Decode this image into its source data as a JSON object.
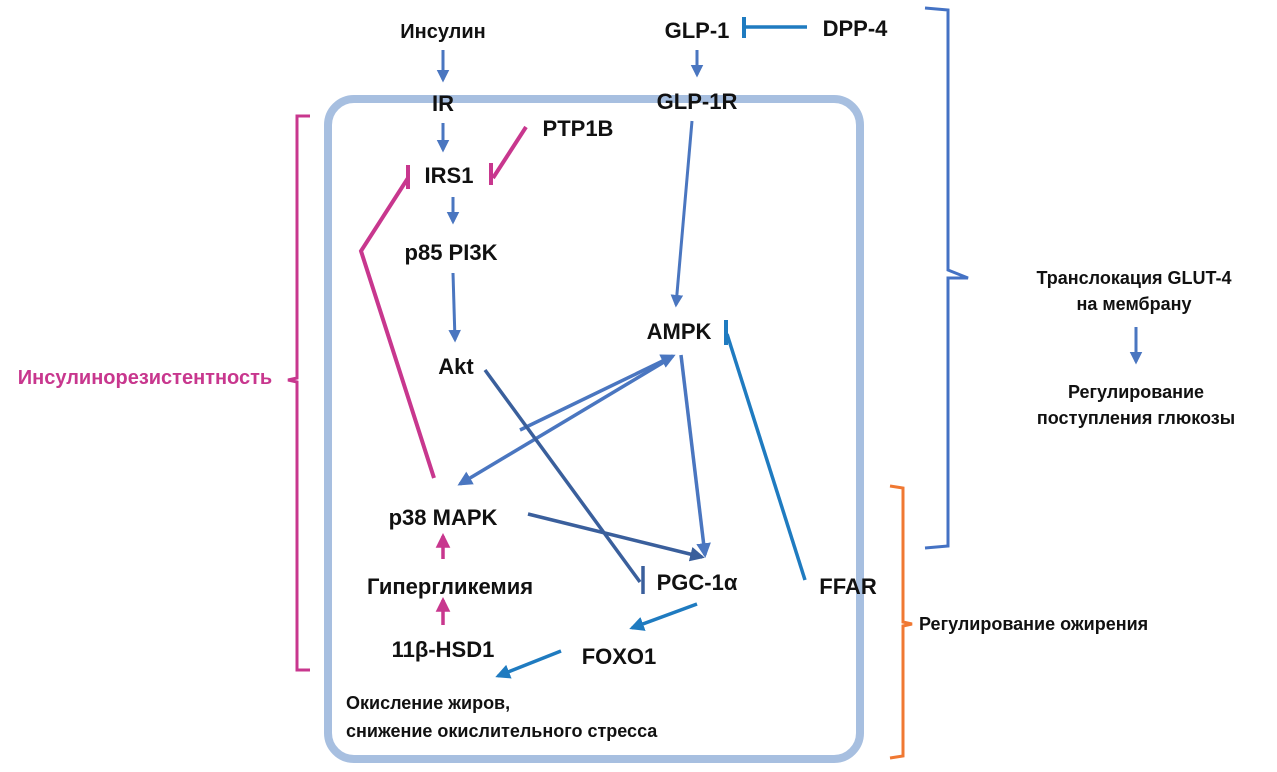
{
  "colors": {
    "cell_border": "#a7bfe0",
    "arrow_blue": "#4a76c0",
    "arrow_dark_blue": "#3a5f9c",
    "arrow_cyan_blue": "#1f7bc0",
    "inhibit_pink": "#c8378e",
    "bracket_blue": "#4472c4",
    "bracket_orange": "#f07832",
    "bracket_pink": "#c8378e",
    "text": "#111111"
  },
  "nodes": {
    "insulin": "Инсулин",
    "ir": "IR",
    "irs1": "IRS1",
    "ptp1b": "PTP1B",
    "p85pi3k": "p85 PI3K",
    "akt": "Akt",
    "glp1": "GLP-1",
    "dpp4": "DPP-4",
    "glp1r": "GLP-1R",
    "ampk": "AMPK",
    "p38mapk": "p38 MAPK",
    "hyperglycemia": "Гипергликемия",
    "hsd1": "11β-HSD1",
    "pgc1a": "PGC-1α",
    "ffar": "FFAR",
    "foxo1": "FOXO1",
    "fat_oxidation_line1": "Окисление жиров,",
    "fat_oxidation_line2": "снижение окислительного стресса"
  },
  "annotations": {
    "insulin_resistance": "Инсулинорезистентность",
    "glut4_line1": "Транслокация GLUT-4",
    "glut4_line2": "на мембрану",
    "glucose_line1": "Регулирование",
    "glucose_line2": "поступления глюкозы",
    "obesity": "Регулирование ожирения"
  },
  "edges": [
    {
      "from": "Инсулин",
      "to": "IR",
      "type": "activation"
    },
    {
      "from": "IR",
      "to": "IRS1",
      "type": "activation"
    },
    {
      "from": "PTP1B",
      "to": "IRS1",
      "type": "inhibition"
    },
    {
      "from": "IRS1",
      "to": "p85 PI3K",
      "type": "activation"
    },
    {
      "from": "p85 PI3K",
      "to": "Akt",
      "type": "activation"
    },
    {
      "from": "DPP-4",
      "to": "GLP-1",
      "type": "inhibition"
    },
    {
      "from": "GLP-1",
      "to": "GLP-1R",
      "type": "activation"
    },
    {
      "from": "GLP-1R",
      "to": "AMPK",
      "type": "activation"
    },
    {
      "from": "p38 MAPK",
      "to": "IRS1",
      "type": "inhibition"
    },
    {
      "from": "Akt",
      "to": "PGC-1α",
      "type": "inhibition"
    },
    {
      "from": "AMPK",
      "to": "p38 MAPK",
      "type": "activation"
    },
    {
      "from": "p38 MAPK",
      "to": "AMPK",
      "type": "activation"
    },
    {
      "from": "AMPK",
      "to": "PGC-1α",
      "type": "activation"
    },
    {
      "from": "p38 MAPK",
      "to": "PGC-1α",
      "type": "activation"
    },
    {
      "from": "FFAR",
      "to": "AMPK",
      "type": "inhibition"
    },
    {
      "from": "11β-HSD1",
      "to": "Гипергликемия",
      "type": "activation"
    },
    {
      "from": "Гипергликемия",
      "to": "p38 MAPK",
      "type": "activation"
    },
    {
      "from": "PGC-1α",
      "to": "FOXO1",
      "type": "activation"
    },
    {
      "from": "FOXO1",
      "to": "Окисление жиров",
      "type": "activation"
    },
    {
      "from": "Транслокация GLUT-4",
      "to": "Регулирование поступления глюкозы",
      "type": "activation"
    }
  ]
}
